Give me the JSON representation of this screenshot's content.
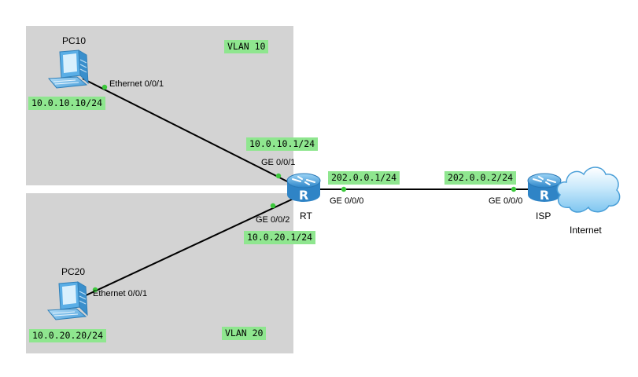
{
  "zones": {
    "vlan10": "VLAN 10",
    "vlan20": "VLAN 20"
  },
  "devices": {
    "pc10": {
      "name": "PC10",
      "ip": "10.0.10.10/24",
      "port": "Ethernet 0/0/1",
      "icon": "pc-icon"
    },
    "pc20": {
      "name": "PC20",
      "ip": "10.0.20.20/24",
      "port": "Ethernet 0/0/1",
      "icon": "pc-icon"
    },
    "rt": {
      "name": "RT",
      "icon": "router-icon",
      "ge001_port": "GE 0/0/1",
      "ge001_ip": "10.0.10.1/24",
      "ge002_port": "GE 0/0/2",
      "ge002_ip": "10.0.20.1/24",
      "ge000_port": "GE 0/0/0",
      "ge000_ip": "202.0.0.1/24"
    },
    "isp": {
      "name": "ISP",
      "icon": "router-icon",
      "port": "GE 0/0/0",
      "ip": "202.0.0.2/24"
    },
    "internet": {
      "name": "Internet",
      "icon": "cloud-icon"
    }
  },
  "colors": {
    "zone": "#d3d3d3",
    "label_bg": "#8fe68f",
    "link": "#000000",
    "port_dot": "#3cc83c",
    "device_blue": "#4aa8e0"
  }
}
